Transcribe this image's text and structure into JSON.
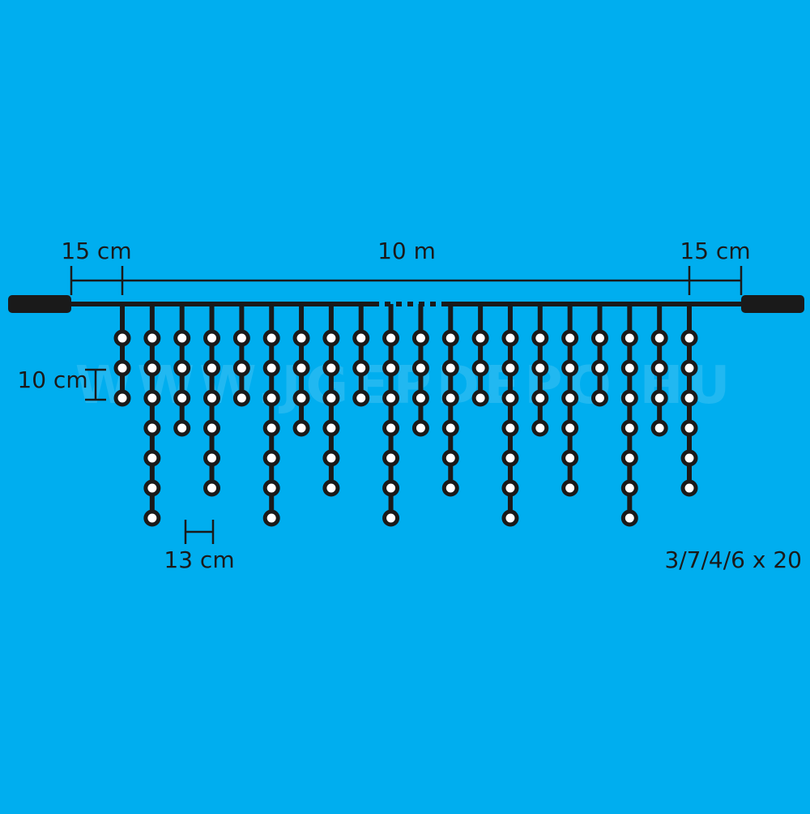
{
  "colors": {
    "background": "#00AEEF",
    "line": "#1a1a1a",
    "led_fill": "#ffffff"
  },
  "labels": {
    "left_lead": "15 cm",
    "main_length": "10 m",
    "right_lead": "15 cm",
    "led_spacing": "10 cm",
    "strand_spacing": "13 cm",
    "pattern": "3/7/4/6 x 20"
  },
  "watermark": "WWW.JGEPDEPO.HU",
  "strands": {
    "count": 20,
    "led_counts": [
      3,
      7,
      4,
      6,
      3,
      7,
      4,
      6,
      3,
      7,
      4,
      6,
      3,
      7,
      4,
      6,
      3,
      7,
      4,
      6
    ]
  },
  "icons": {
    "left_end": "plug-end-icon",
    "right_end": "plug-end-icon",
    "led": "led-bulb-icon"
  }
}
